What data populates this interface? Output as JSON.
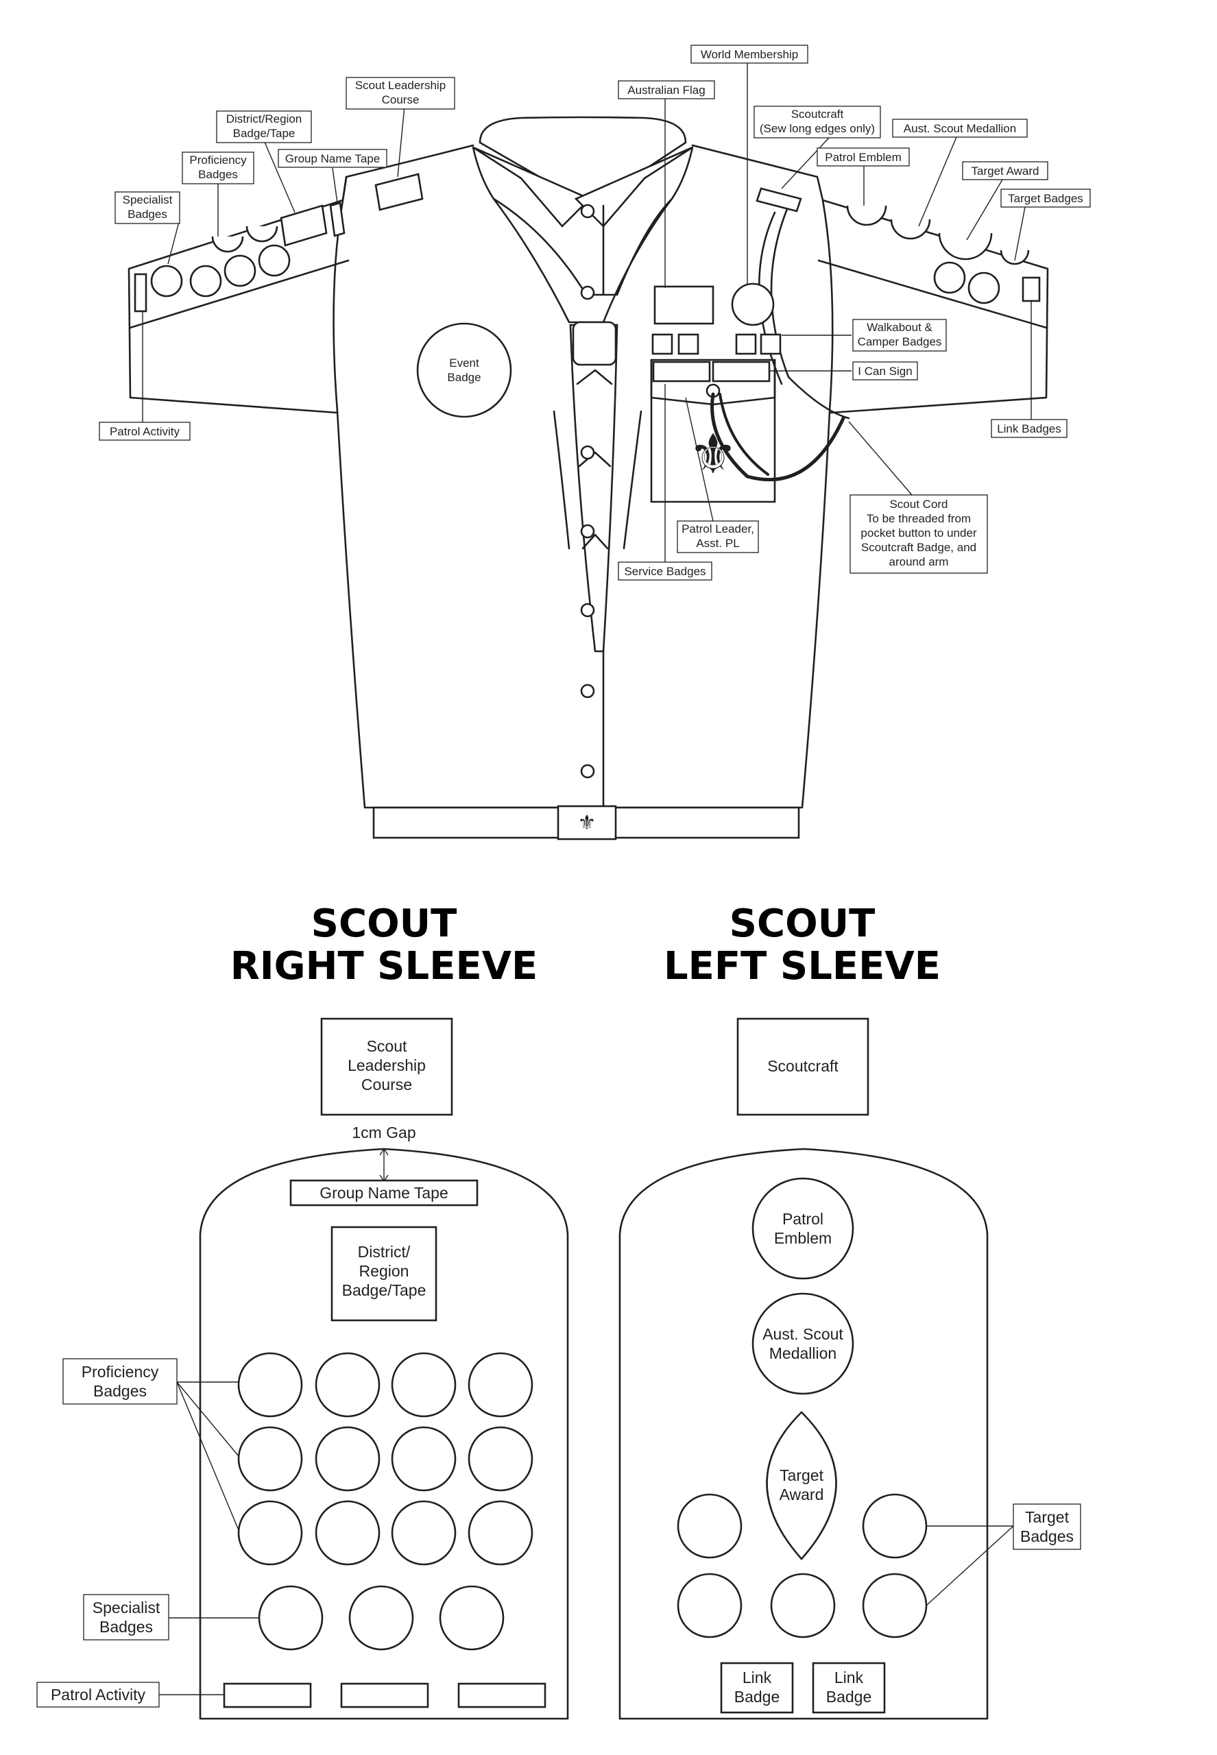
{
  "shirt": {
    "world_membership": "World Membership",
    "australian_flag": "Australian Flag",
    "scout_leadership_course": [
      "Scout Leadership",
      "Course"
    ],
    "district_region": [
      "District/Region",
      "Badge/Tape"
    ],
    "group_name_tape": "Group Name Tape",
    "proficiency_badges": [
      "Proficiency",
      "Badges"
    ],
    "specialist_badges": [
      "Specialist",
      "Badges"
    ],
    "scoutcraft": [
      "Scoutcraft",
      "(Sew long edges only)"
    ],
    "aust_scout_medallion": "Aust. Scout Medallion",
    "patrol_emblem": "Patrol Emblem",
    "target_award": "Target Award",
    "target_badges": "Target Badges",
    "walkabout_camper": [
      "Walkabout &",
      "Camper Badges"
    ],
    "i_can_sign": "I Can Sign",
    "event_badge": [
      "Event",
      "Badge"
    ],
    "patrol_activity": "Patrol Activity",
    "link_badges": "Link Badges",
    "scout_cord": [
      "Scout Cord",
      "To be threaded from",
      "pocket button to under",
      "Scoutcraft Badge, and",
      "around arm"
    ],
    "patrol_leader": [
      "Patrol Leader,",
      "Asst. PL"
    ],
    "service_badges": "Service Badges"
  },
  "right_sleeve": {
    "title": [
      "SCOUT",
      "RIGHT SLEEVE"
    ],
    "scout_leadership_course": [
      "Scout",
      "Leadership",
      "Course"
    ],
    "gap": "1cm Gap",
    "group_name_tape": "Group Name Tape",
    "district_region": [
      "District/",
      "Region",
      "Badge/Tape"
    ],
    "proficiency_badges": [
      "Proficiency",
      "Badges"
    ],
    "specialist_badges": [
      "Specialist",
      "Badges"
    ],
    "patrol_activity": "Patrol Activity"
  },
  "left_sleeve": {
    "title": [
      "SCOUT",
      "LEFT SLEEVE"
    ],
    "scoutcraft": "Scoutcraft",
    "patrol_emblem": [
      "Patrol",
      "Emblem"
    ],
    "aust_scout_medallion": [
      "Aust. Scout",
      "Medallion"
    ],
    "target_award": [
      "Target",
      "Award"
    ],
    "target_badges": [
      "Target",
      "Badges"
    ],
    "link_badge_1": [
      "Link",
      "Badge"
    ],
    "link_badge_2": [
      "Link",
      "Badge"
    ]
  }
}
